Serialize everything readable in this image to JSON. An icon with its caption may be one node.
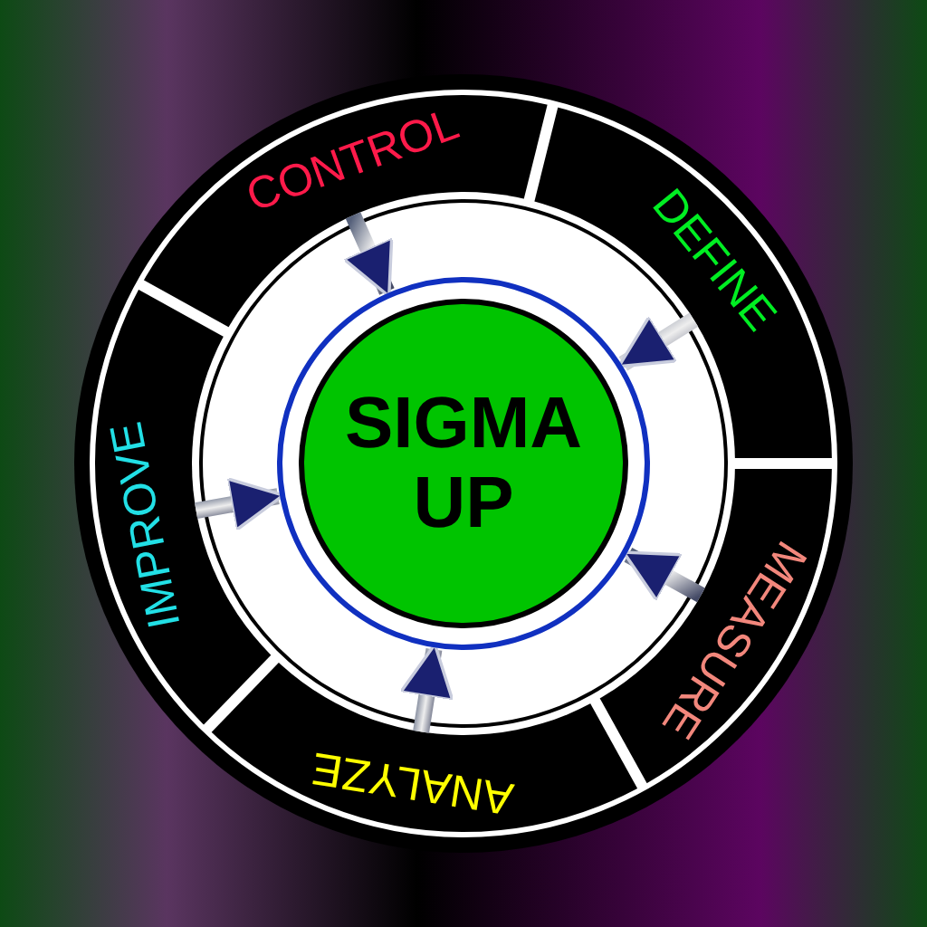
{
  "diagram": {
    "nodes": [
      {
        "text": [
          "CONTROL"
        ]
      },
      {
        "text": [
          "DEFINE"
        ]
      },
      {
        "text": [
          "MEASURE"
        ]
      },
      {
        "text": [
          "ANALYZE"
        ]
      },
      {
        "text": [
          "IMPROVE"
        ]
      },
      {
        "text": [
          "SIGMA UP"
        ]
      }
    ],
    "edges": [
      {
        "from": 0,
        "to": 5,
        "arrow": "to"
      },
      {
        "from": 1,
        "to": 5,
        "arrow": "to"
      },
      {
        "from": 2,
        "to": 5,
        "arrow": "to"
      },
      {
        "from": 3,
        "to": 5,
        "arrow": "to"
      },
      {
        "from": 4,
        "to": 5,
        "arrow": "to"
      }
    ]
  }
}
